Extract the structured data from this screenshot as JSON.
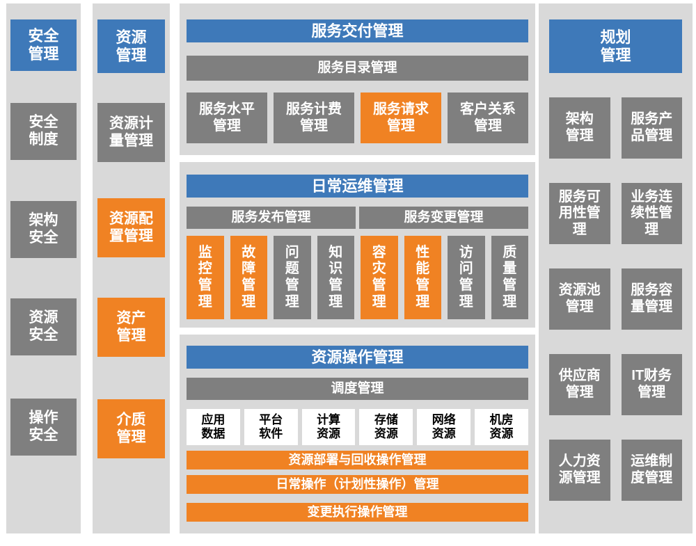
{
  "colors": {
    "header_blue": "#3E79B9",
    "block_gray": "#7F7F7F",
    "accent_orange": "#F08223",
    "panel_background": "#D9D9D9"
  },
  "security": {
    "title": "安全\n管理",
    "items": [
      {
        "label": "安全\n制度",
        "color": "gray"
      },
      {
        "label": "架构\n安全",
        "color": "gray"
      },
      {
        "label": "资源\n安全",
        "color": "gray"
      },
      {
        "label": "操作\n安全",
        "color": "gray"
      }
    ]
  },
  "resource": {
    "title": "资源\n管理",
    "items": [
      {
        "label": "资源计\n量管理",
        "color": "gray"
      },
      {
        "label": "资源配\n置管理",
        "color": "orange"
      },
      {
        "label": "资产\n管理",
        "color": "orange"
      },
      {
        "label": "介质\n管理",
        "color": "orange"
      }
    ]
  },
  "service_delivery": {
    "title": "服务交付管理",
    "catalog_bar": "服务目录管理",
    "items": [
      {
        "label": "服务水平\n管理",
        "color": "gray"
      },
      {
        "label": "服务计费\n管理",
        "color": "gray"
      },
      {
        "label": "服务请求\n管理",
        "color": "orange"
      },
      {
        "label": "客户关系\n管理",
        "color": "gray"
      }
    ]
  },
  "daily_ops": {
    "title": "日常运维管理",
    "release_bar": "服务发布管理",
    "change_bar": "服务变更管理",
    "items": [
      {
        "label": "监\n控\n管\n理",
        "color": "orange"
      },
      {
        "label": "故\n障\n管\n理",
        "color": "orange"
      },
      {
        "label": "问\n题\n管\n理",
        "color": "gray"
      },
      {
        "label": "知\n识\n管\n理",
        "color": "gray"
      },
      {
        "label": "容\n灾\n管\n理",
        "color": "orange"
      },
      {
        "label": "性\n能\n管\n理",
        "color": "orange"
      },
      {
        "label": "访\n问\n管\n理",
        "color": "gray"
      },
      {
        "label": "质\n量\n管\n理",
        "color": "gray"
      }
    ]
  },
  "resource_ops": {
    "title": "资源操作管理",
    "schedule_bar": "调度管理",
    "resources": [
      "应用\n数据",
      "平台\n软件",
      "计算\n资源",
      "存储\n资源",
      "网络\n资源",
      "机房\n资源"
    ],
    "bars": [
      "资源部署与回收操作管理",
      "日常操作（计划性操作）管理",
      "变更执行操作管理"
    ]
  },
  "planning": {
    "title": "规划\n管理",
    "items": [
      {
        "label": "架构\n管理"
      },
      {
        "label": "服务产\n品管理"
      },
      {
        "label": "服务可\n用性管\n理"
      },
      {
        "label": "业务连\n续性管\n理"
      },
      {
        "label": "资源池\n管理"
      },
      {
        "label": "服务容\n量管理"
      },
      {
        "label": "供应商\n管理"
      },
      {
        "label": "IT财务\n管理"
      },
      {
        "label": "人力资\n源管理"
      },
      {
        "label": "运维制\n度管理"
      }
    ]
  }
}
